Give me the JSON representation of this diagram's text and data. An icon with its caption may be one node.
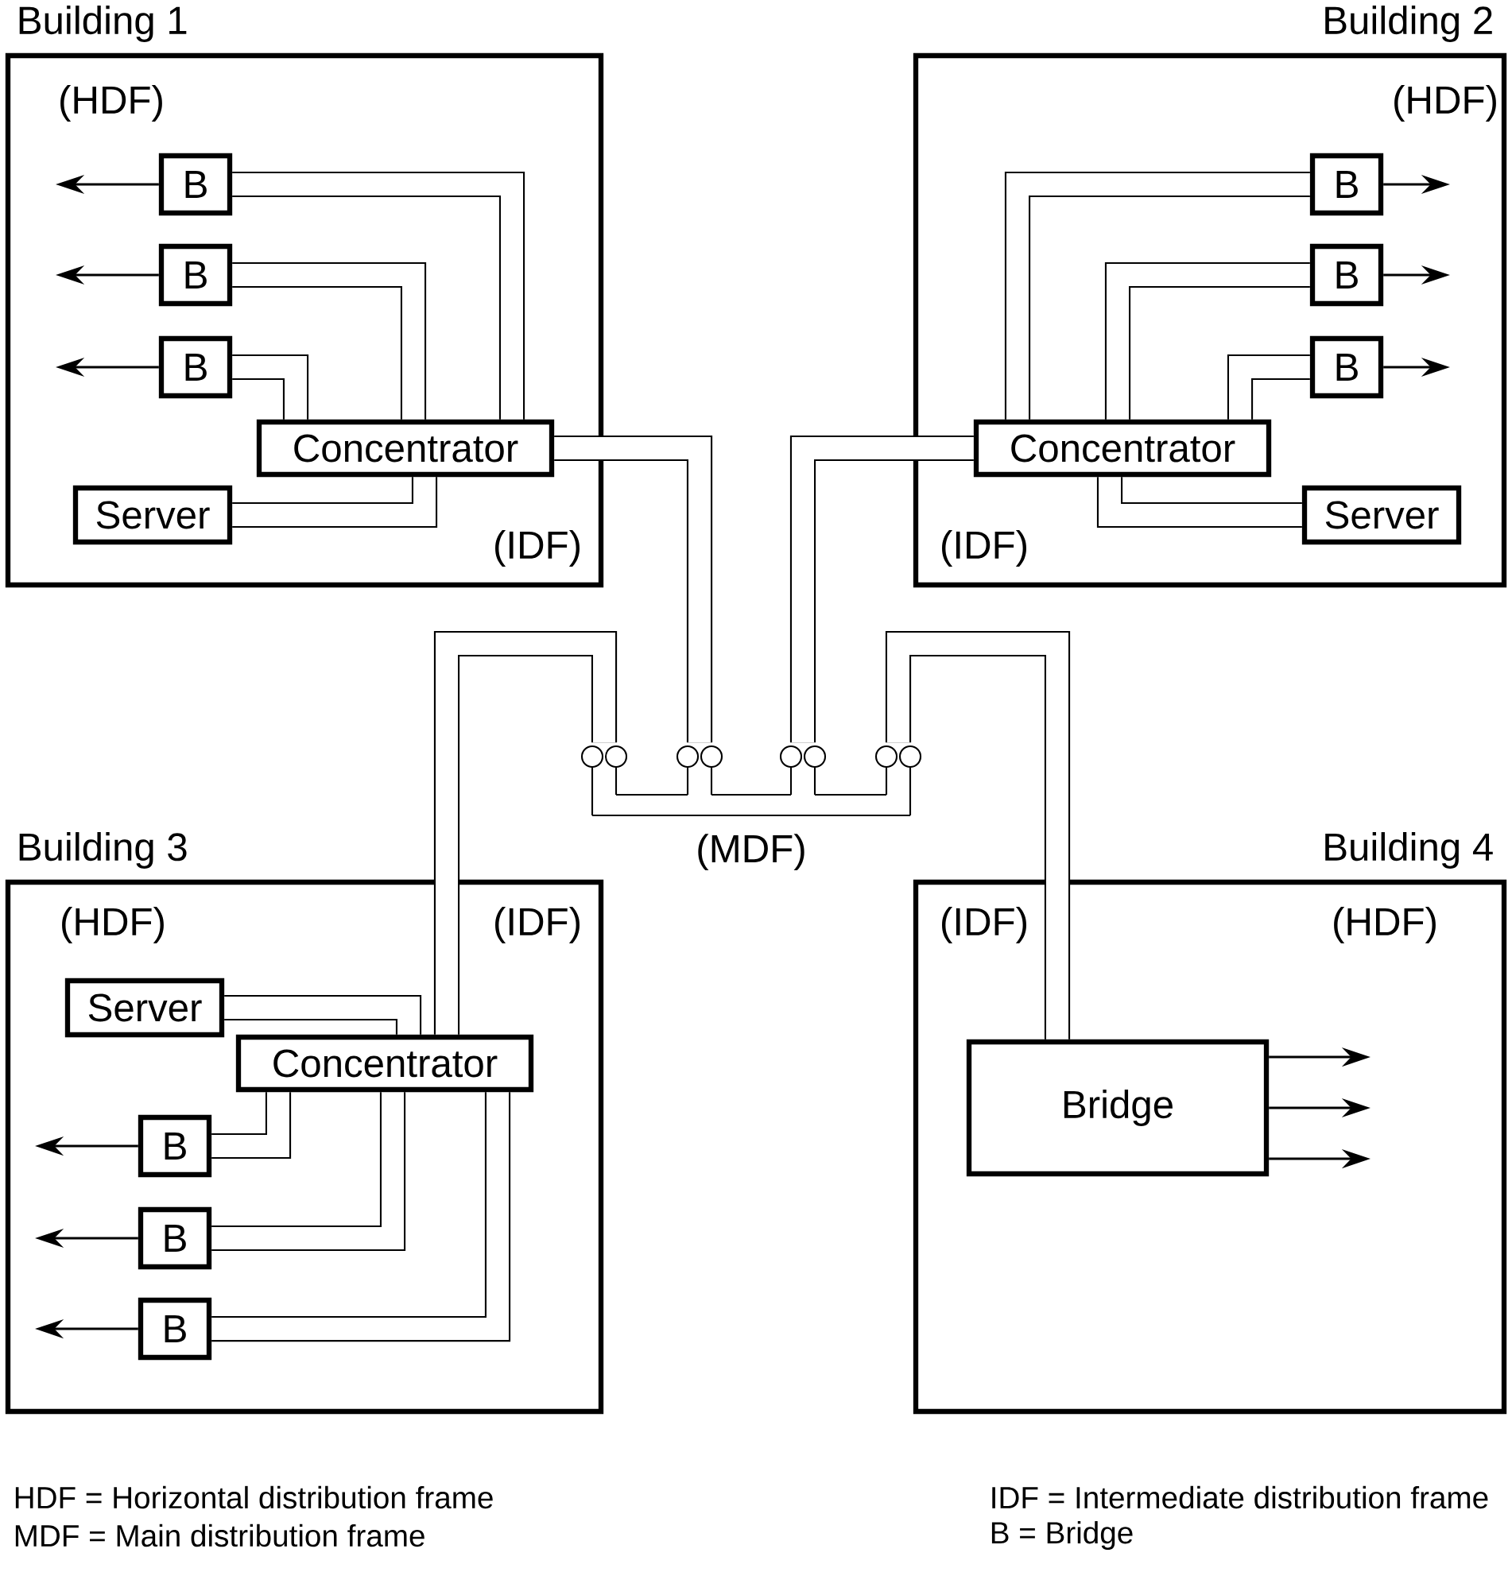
{
  "diagram": {
    "nodes": [
      {
        "text": [
          "Building 1",
          "(HDF)",
          "(IDF)"
        ]
      },
      {
        "text": [
          "B"
        ],
        "in": 0
      },
      {
        "text": [
          "B"
        ],
        "in": 0
      },
      {
        "text": [
          "B"
        ],
        "in": 0
      },
      {
        "text": [
          "Concentrator"
        ],
        "in": 0
      },
      {
        "text": [
          "Server"
        ],
        "in": 0
      },
      {
        "text": [
          "Building 2",
          "(HDF)",
          "(IDF)"
        ]
      },
      {
        "text": [
          "B"
        ],
        "in": 6
      },
      {
        "text": [
          "B"
        ],
        "in": 6
      },
      {
        "text": [
          "B"
        ],
        "in": 6
      },
      {
        "text": [
          "Concentrator"
        ],
        "in": 6
      },
      {
        "text": [
          "Server"
        ],
        "in": 6
      },
      {
        "text": [
          "(MDF)"
        ]
      },
      {
        "text": [
          "Building 3",
          "(HDF)",
          "(IDF)"
        ]
      },
      {
        "text": [
          "Server"
        ],
        "in": 13
      },
      {
        "text": [
          "Concentrator"
        ],
        "in": 13
      },
      {
        "text": [
          "B"
        ],
        "in": 13
      },
      {
        "text": [
          "B"
        ],
        "in": 13
      },
      {
        "text": [
          "B"
        ],
        "in": 13
      },
      {
        "text": [
          "Building 4",
          "(IDF)",
          "(HDF)"
        ]
      },
      {
        "text": [
          "Bridge"
        ],
        "in": 19
      }
    ],
    "edges": [
      {
        "from": 1,
        "to": 4,
        "arrow": "none"
      },
      {
        "from": 2,
        "to": 4,
        "arrow": "none"
      },
      {
        "from": 3,
        "to": 4,
        "arrow": "none"
      },
      {
        "from": 5,
        "to": 4,
        "arrow": "none"
      },
      {
        "from": 1,
        "to": null,
        "arrow": "to"
      },
      {
        "from": 2,
        "to": null,
        "arrow": "to"
      },
      {
        "from": 3,
        "to": null,
        "arrow": "to"
      },
      {
        "from": 4,
        "to": 12,
        "arrow": "none"
      },
      {
        "from": 7,
        "to": 10,
        "arrow": "none"
      },
      {
        "from": 8,
        "to": 10,
        "arrow": "none"
      },
      {
        "from": 9,
        "to": 10,
        "arrow": "none"
      },
      {
        "from": 11,
        "to": 10,
        "arrow": "none"
      },
      {
        "from": 7,
        "to": null,
        "arrow": "to"
      },
      {
        "from": 8,
        "to": null,
        "arrow": "to"
      },
      {
        "from": 9,
        "to": null,
        "arrow": "to"
      },
      {
        "from": 10,
        "to": 12,
        "arrow": "none"
      },
      {
        "from": 14,
        "to": 15,
        "arrow": "none"
      },
      {
        "from": 16,
        "to": 15,
        "arrow": "none"
      },
      {
        "from": 17,
        "to": 15,
        "arrow": "none"
      },
      {
        "from": 18,
        "to": 15,
        "arrow": "none"
      },
      {
        "from": 16,
        "to": null,
        "arrow": "to"
      },
      {
        "from": 17,
        "to": null,
        "arrow": "to"
      },
      {
        "from": 18,
        "to": null,
        "arrow": "to"
      },
      {
        "from": 15,
        "to": 12,
        "arrow": "none"
      },
      {
        "from": 20,
        "to": 12,
        "arrow": "none"
      },
      {
        "from": 20,
        "to": null,
        "arrow": "to"
      },
      {
        "from": 20,
        "to": null,
        "arrow": "to"
      },
      {
        "from": 20,
        "to": null,
        "arrow": "to"
      }
    ],
    "legend": [
      {
        "text": "HDF = Horizontal distribution frame"
      },
      {
        "text": "IDF = Intermediate distribution frame"
      },
      {
        "text": "MDF = Main distribution frame"
      },
      {
        "text": "B = Bridge"
      }
    ]
  }
}
